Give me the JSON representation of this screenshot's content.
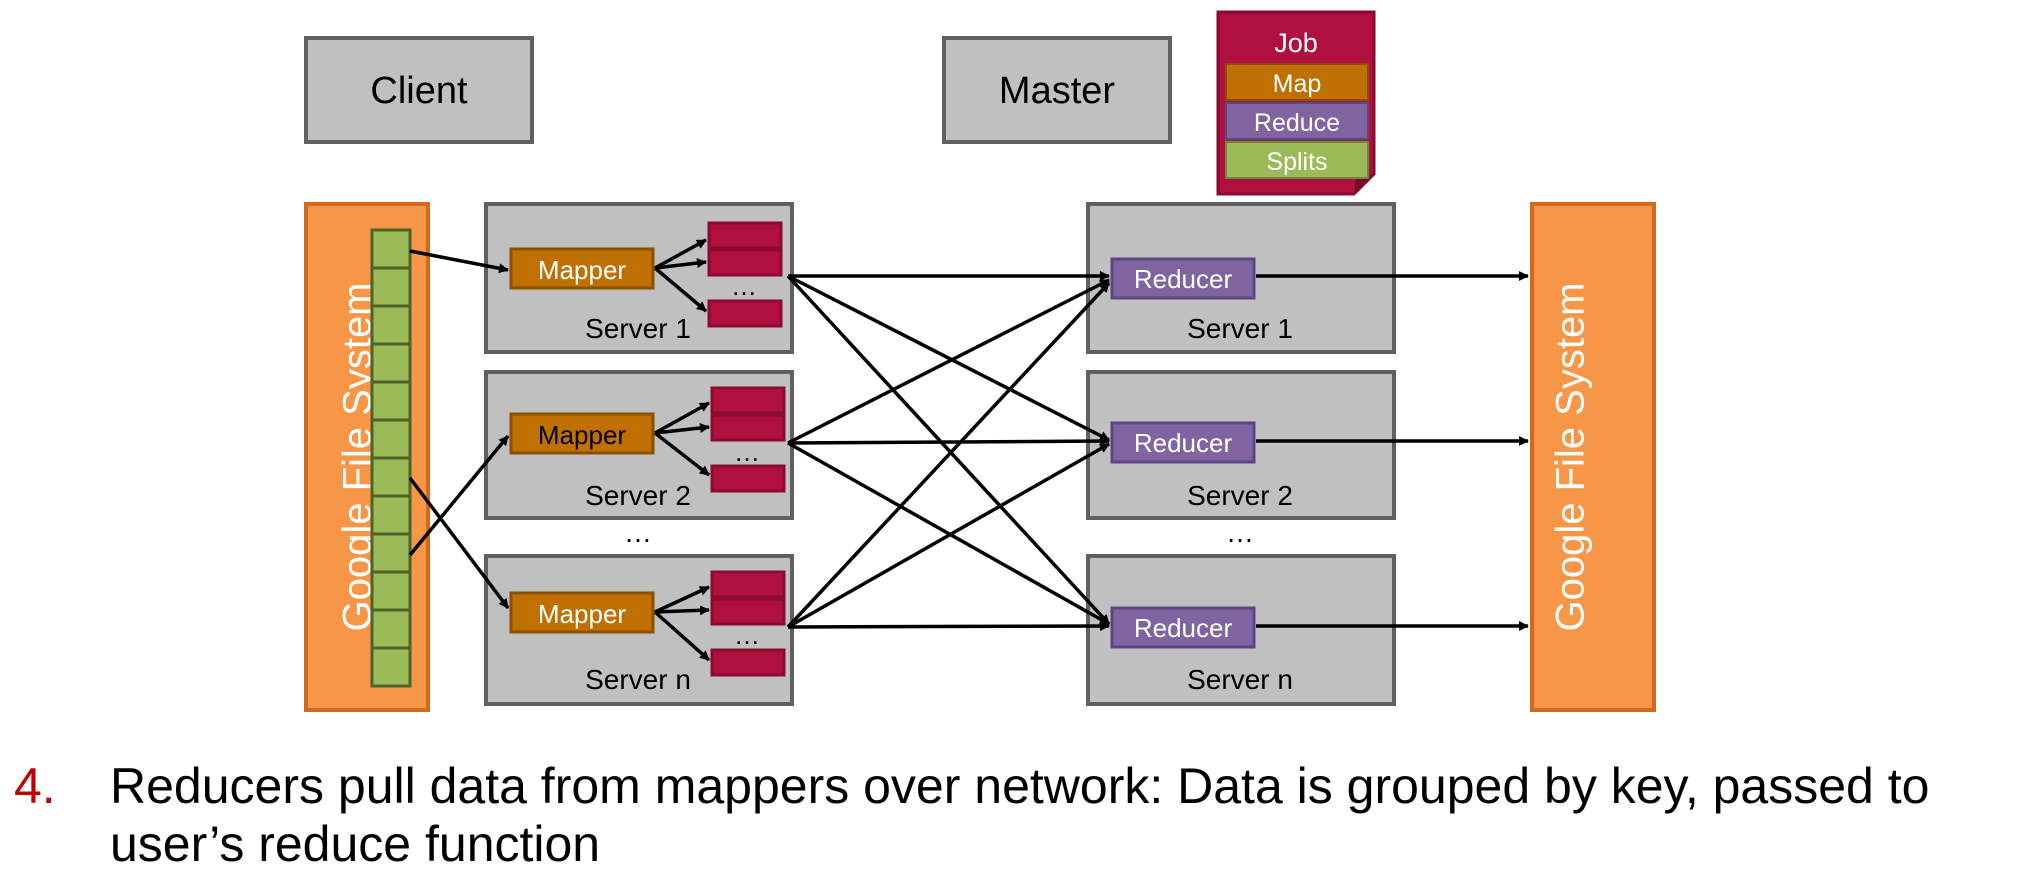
{
  "top": {
    "client_label": "Client",
    "master_label": "Master"
  },
  "job": {
    "title": "Job",
    "map_label": "Map",
    "reduce_label": "Reduce",
    "splits_label": "Splits"
  },
  "gfs": {
    "input_label": "Google File System",
    "output_label": "Google File System"
  },
  "mappers": [
    {
      "task_label": "Mapper",
      "server_label": "Server 1"
    },
    {
      "task_label": "Mapper",
      "server_label": "Server 2"
    },
    {
      "task_label": "Mapper",
      "server_label": "Server n"
    }
  ],
  "reducers": [
    {
      "task_label": "Reducer",
      "server_label": "Server 1"
    },
    {
      "task_label": "Reducer",
      "server_label": "Server 2"
    },
    {
      "task_label": "Reducer",
      "server_label": "Server n"
    }
  ],
  "ellipsis": "…",
  "caption": {
    "number": "4.",
    "text": "Reducers pull data from mappers over network: Data is grouped by key, passed to user’s reduce function"
  },
  "colors": {
    "server_fill": "#c0c0c0",
    "server_border": "#606060",
    "gfs_fill": "#f79646",
    "gfs_border": "#d2691e",
    "split_fill": "#9bbb59",
    "mapper_fill": "#c07000",
    "reducer_fill": "#8064a2",
    "partition_fill": "#b01040",
    "job_fill": "#b01040",
    "caption_number": "#c00000"
  }
}
